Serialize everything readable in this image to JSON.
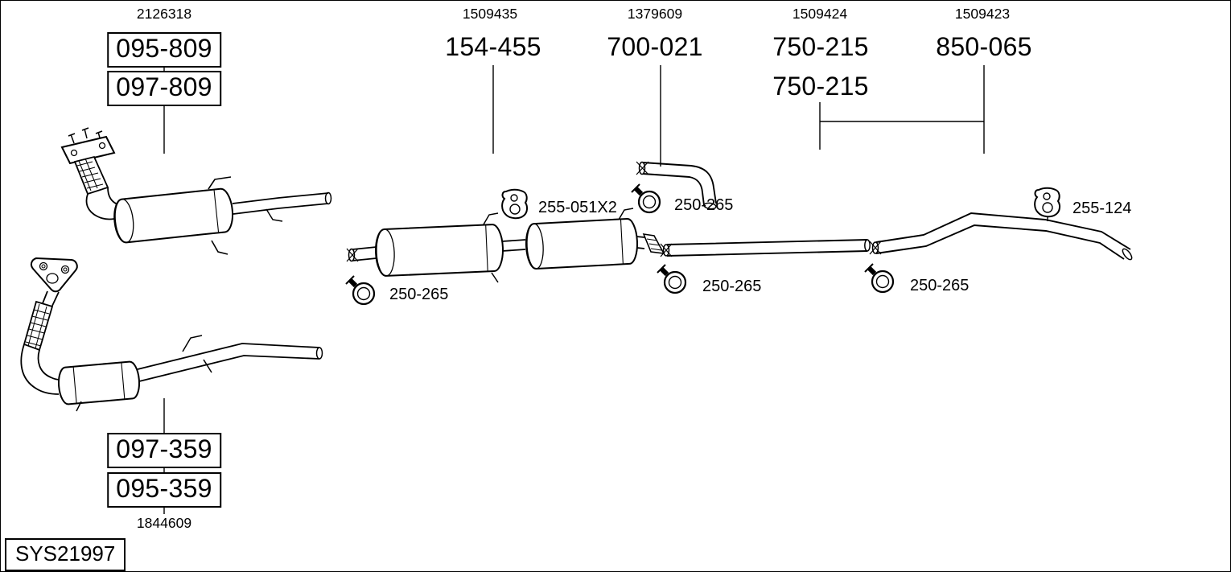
{
  "colors": {
    "line": "#000000",
    "background": "#ffffff"
  },
  "system": {
    "code": "SYS21997"
  },
  "top_labels": {
    "ref_2126318": "2126318",
    "part_095_809": "095-809",
    "part_097_809": "097-809",
    "ref_1509435": "1509435",
    "part_154_455": "154-455",
    "ref_1379609": "1379609",
    "part_700_021": "700-021",
    "ref_1509424": "1509424",
    "part_750_215_upper": "750-215",
    "part_750_215_lower": "750-215",
    "ref_1509423": "1509423",
    "part_850_065": "850-065"
  },
  "bottom_labels": {
    "part_097_359": "097-359",
    "part_095_359": "095-359",
    "ref_1844609": "1844609"
  },
  "component_labels": {
    "hanger_center": "255-051X2",
    "clamp_front_left": "250-265",
    "clamp_at_pipe_700": "250-265",
    "clamp_center_pipe": "250-265",
    "clamp_rear_pipe": "250-265",
    "hanger_rear": "255-124"
  },
  "icons": {
    "clamp": "pipe-clamp-icon",
    "hanger": "rubber-hanger-icon"
  }
}
